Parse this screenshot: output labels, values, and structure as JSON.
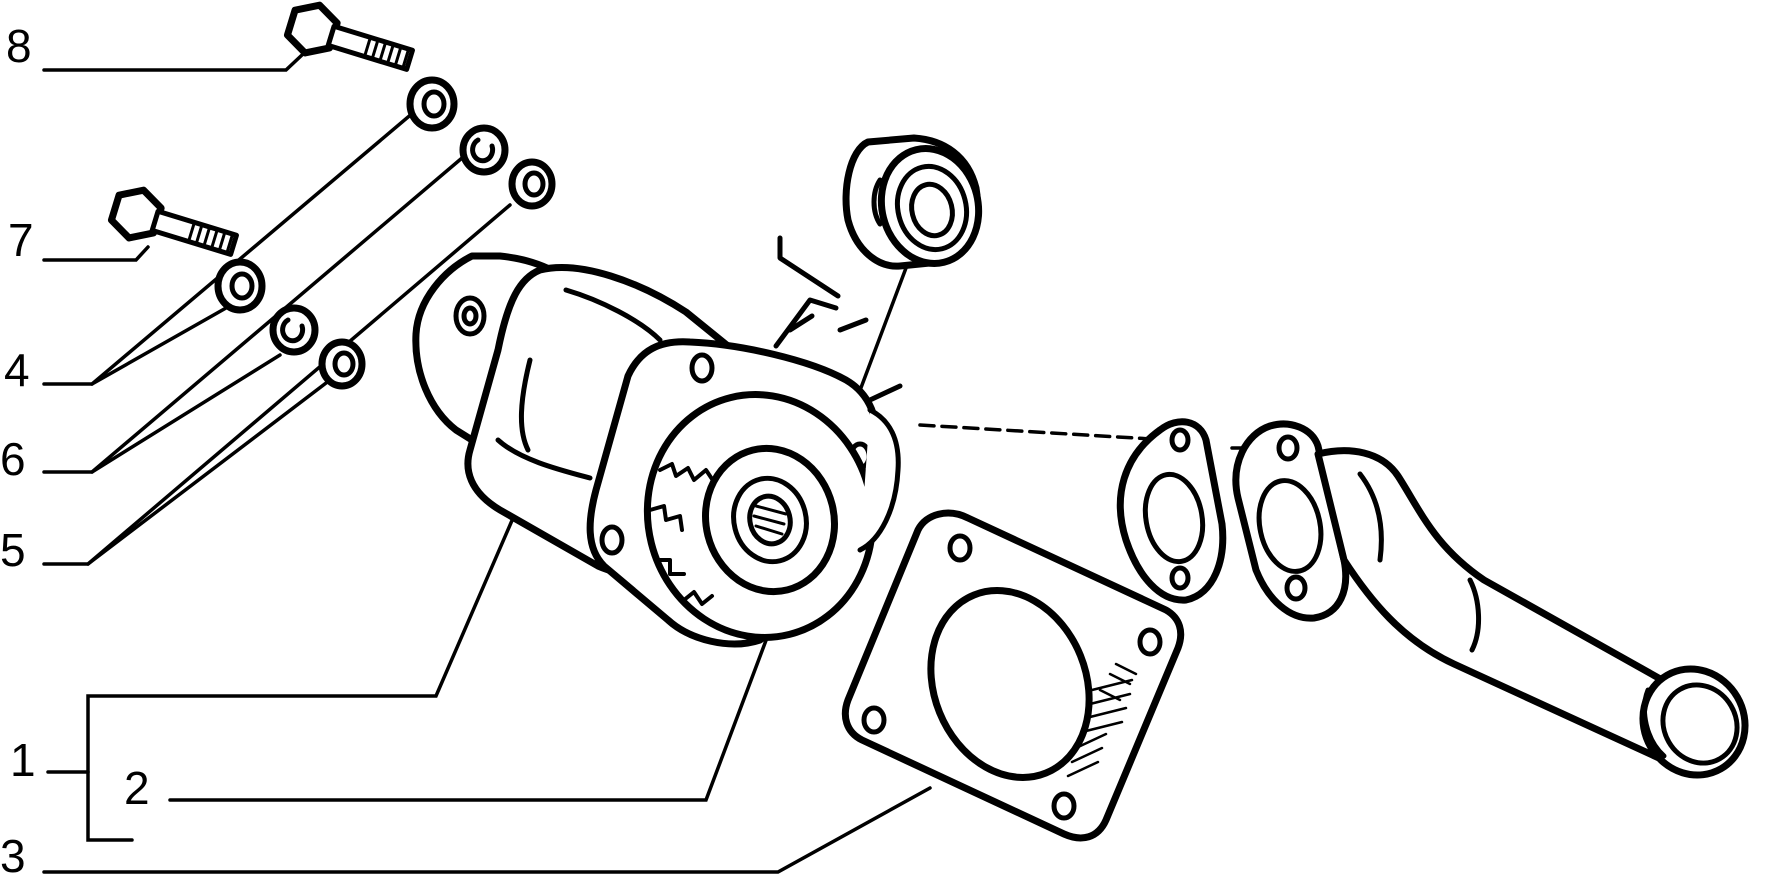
{
  "diagram": {
    "callouts": [
      {
        "id": "c8",
        "label": "8"
      },
      {
        "id": "c7",
        "label": "7"
      },
      {
        "id": "c4",
        "label": "4"
      },
      {
        "id": "c6",
        "label": "6"
      },
      {
        "id": "c5",
        "label": "5"
      },
      {
        "id": "c1",
        "label": "1"
      },
      {
        "id": "c2",
        "label": "2"
      },
      {
        "id": "c3",
        "label": "3"
      }
    ],
    "colors": {
      "ink": "#000000",
      "paper": "#ffffff"
    }
  }
}
